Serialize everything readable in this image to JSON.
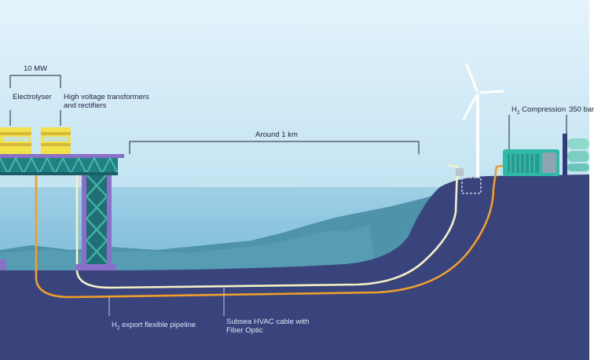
{
  "labels": {
    "power": "10 MW",
    "electrolyser": "Electrolyser",
    "transformers_line1": "High voltage transformers",
    "transformers_line2": "and rectifiers",
    "distance": "Around 1 km",
    "compression_prefix": "H",
    "compression_sub": "2",
    "compression_rest": " Compression",
    "pressure": "350 bar",
    "pipeline_prefix": "H",
    "pipeline_sub": "2",
    "pipeline_rest": " export flexible pipeline",
    "cable_line1": "Subsea HVAC cable with",
    "cable_line2": "Fiber Optic"
  },
  "colors": {
    "sky_top": "#dff1fb",
    "sky_bottom": "#bfe2f2",
    "sea": "#8ec8e2",
    "seabed": "#3a447c",
    "hills": "#4e95ad",
    "platform_deck": "#2b8c88",
    "jacket": "#1f7a77",
    "electrolyser_unit": "#f2e14a",
    "pipeline": "#f0a02a",
    "cable": "#f4f2c8",
    "compressor": "#2fb9a8"
  }
}
